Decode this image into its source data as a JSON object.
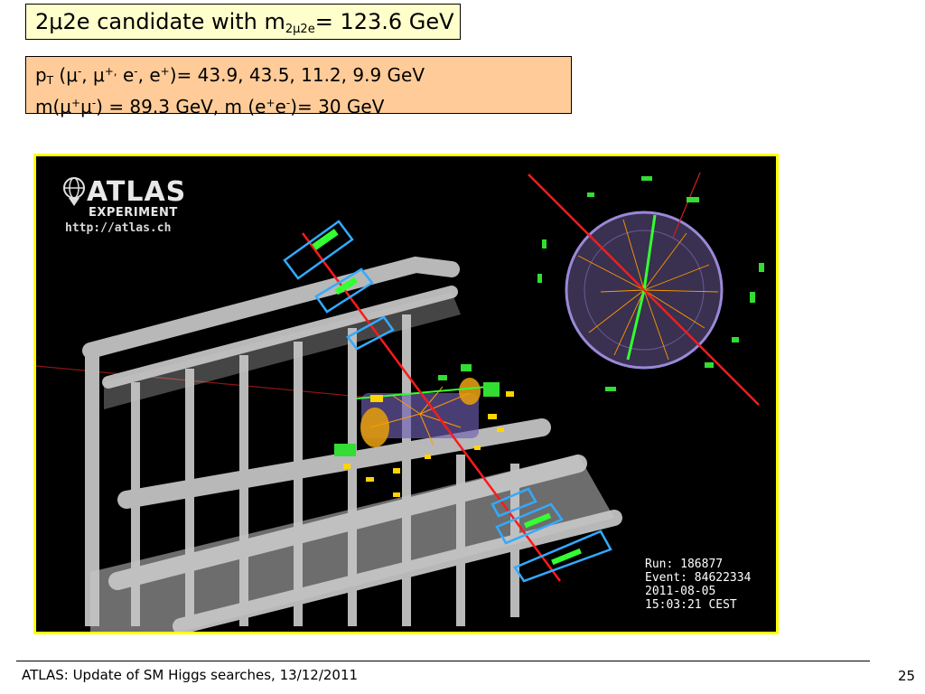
{
  "slide": {
    "title": {
      "prefix": "2μ2e candidate with m",
      "sub": "2μ2e",
      "suffix": "= 123.6 GeV"
    },
    "info": {
      "line1": {
        "p": "p",
        "p_sub": "T",
        "open": " (μ",
        "sup1": "-",
        "sep1": ", μ",
        "sup2": "+,",
        "sep2": " e",
        "sup3": "-",
        "sep3": ", e",
        "sup4": "+",
        "values": ")= 43.9, 43.5, 11.2, 9.9 GeV"
      },
      "line2": {
        "a": "m(μ",
        "sup1": "+",
        "b": "μ",
        "sup2": "-",
        "c": ") = 89.3 GeV, m (e",
        "sup3": "+",
        "d": "e",
        "sup4": "-",
        "e": ")= 30 GeV"
      }
    },
    "event_display": {
      "logo": {
        "name": "ATLAS",
        "sub": "EXPERIMENT",
        "url": "http://atlas.ch"
      },
      "run_info": {
        "run": "Run: 186877",
        "event": "Event: 84622334",
        "date": "2011-08-05",
        "time": "15:03:21 CEST"
      },
      "colors": {
        "frame_border": "#ffff00",
        "background": "#000000",
        "muon_track": "#ff2020",
        "electron_cluster": "#ffcc00",
        "muon_chamber": "#33aaff",
        "tracks": "#ff9900",
        "hits": "#33ff33"
      }
    },
    "footer": {
      "text": "ATLAS: Update of SM Higgs searches, 13/12/2011",
      "page": "25"
    }
  }
}
